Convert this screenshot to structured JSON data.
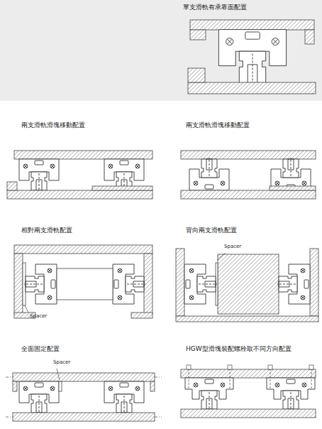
{
  "diagram": {
    "labels": [
      "單支滑軌有承靠面配置",
      "兩支滑軌滑塊移動配置",
      "兩支滑軌滑塊移動配置",
      "相對兩支滑軌配置",
      "背向兩支滑軌配置",
      "Spacer",
      "Spacer",
      "全面固定配置",
      "HGW型滑塊裝配螺栓取不同方向配置",
      "Spacer"
    ]
  }
}
